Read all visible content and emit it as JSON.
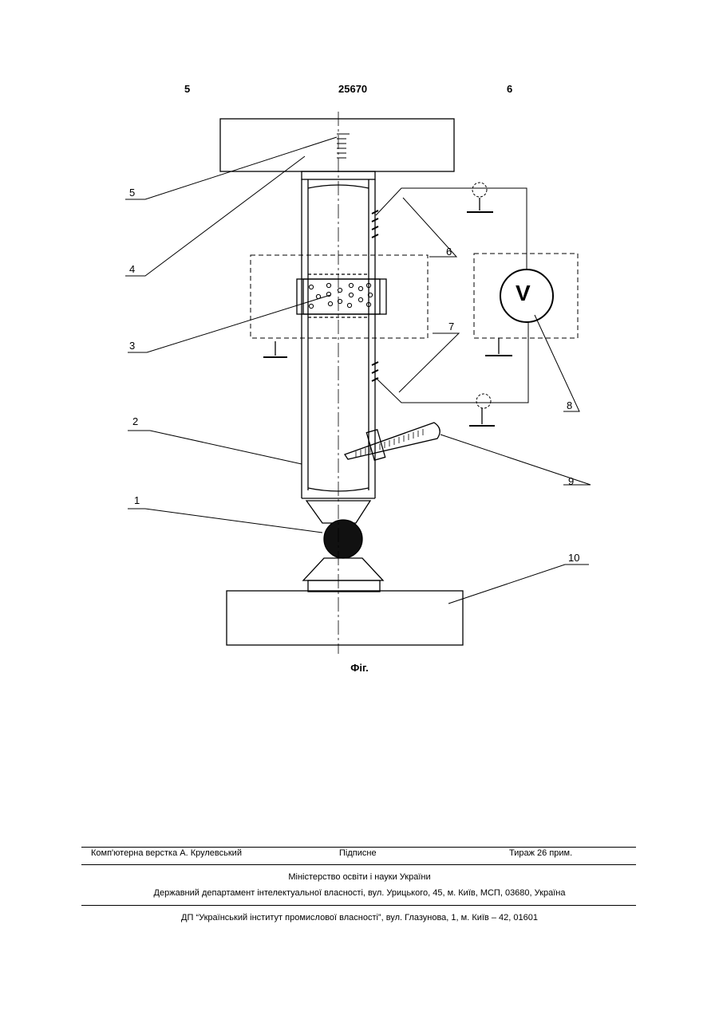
{
  "header": {
    "page_left": "5",
    "patent_number": "25670",
    "page_right": "6"
  },
  "figure": {
    "caption": "Фіг.",
    "labels": {
      "l1": "1",
      "l2": "2",
      "l3": "3",
      "l4": "4",
      "l5": "5",
      "l6": "6",
      "l7": "7",
      "l8": "8",
      "l9": "9",
      "l10": "10"
    },
    "voltmeter_symbol": "V"
  },
  "footer": {
    "layout": "Комп'ютерна верстка А. Крулевський",
    "signed": "Підписне",
    "print_run": "Тираж 26 прим.",
    "ministry": "Міністерство освіти і науки України",
    "department": "Державний департамент інтелектуальної власності, вул. Урицького, 45, м. Київ, МСП, 03680, Україна",
    "institute": "ДП “Український інститут промислової власності”, вул. Глазунова, 1, м. Київ – 42, 01601"
  }
}
